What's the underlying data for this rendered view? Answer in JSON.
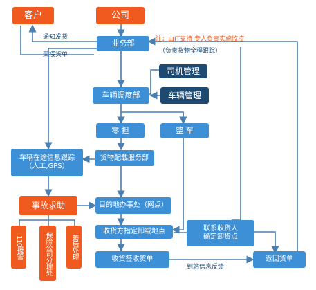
{
  "nodes": {
    "customer": "客户",
    "company": "公司",
    "business_dept": "业务部",
    "driver_mgmt": "司机管理",
    "vehicle_dispatch": "车辆调度部",
    "vehicle_mgmt": "车辆管理",
    "less_than_load": "零 担",
    "full_load": "整 车",
    "cargo_stowage": "货物配载服务部",
    "in_transit_tracking": "车辆在途信息跟踪\n（人工,GPS）",
    "accident_help": "事故求助",
    "destination_office": "目的地办事处（网点）",
    "designated_unload": "收货方指定卸载地点",
    "contact_receiver": "联系收货人\n确定卸货点",
    "receipt_signed": "收货签收货单",
    "return_receipt": "返回货单",
    "report_110": "110报警",
    "insurance_claim": "保险公司分理处",
    "aftermath": "善后处理"
  },
  "labels": {
    "notify_shipment": "通知发货",
    "handover_receipt": "交接货单",
    "note_it": "注：由IT支持  专人负责实施监控",
    "note_tracking": "（负责货物全程跟踪）",
    "arrival_feedback": "到站信息反馈"
  },
  "colors": {
    "orange": "#f05a1e",
    "blue": "#3d8fd6",
    "dark": "#1e4a72",
    "line": "#4a7fb0"
  }
}
